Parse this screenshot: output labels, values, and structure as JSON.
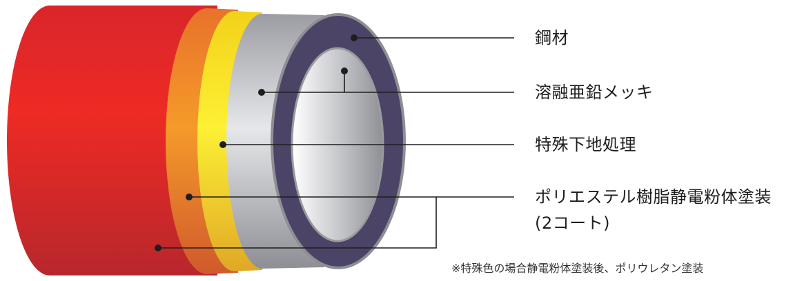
{
  "labels": {
    "steel": "鋼材",
    "galvanizing": "溶融亜鉛メッキ",
    "pretreatment": "特殊下地処理",
    "powder_coating_line1": "ポリエステル樹脂静電粉体塗装",
    "powder_coating_line2": "(2コート)"
  },
  "footnote": "※特殊色の場合静電粉体塗装後、ポリウレタン塗装",
  "colors": {
    "powder_coat_red": "#e3262a",
    "powder_coat_orange": "#ef7d22",
    "pretreatment_yellow": "#f5e21a",
    "galvanizing_silver": "#b5b6bb",
    "steel_navy": "#4a4466"
  }
}
